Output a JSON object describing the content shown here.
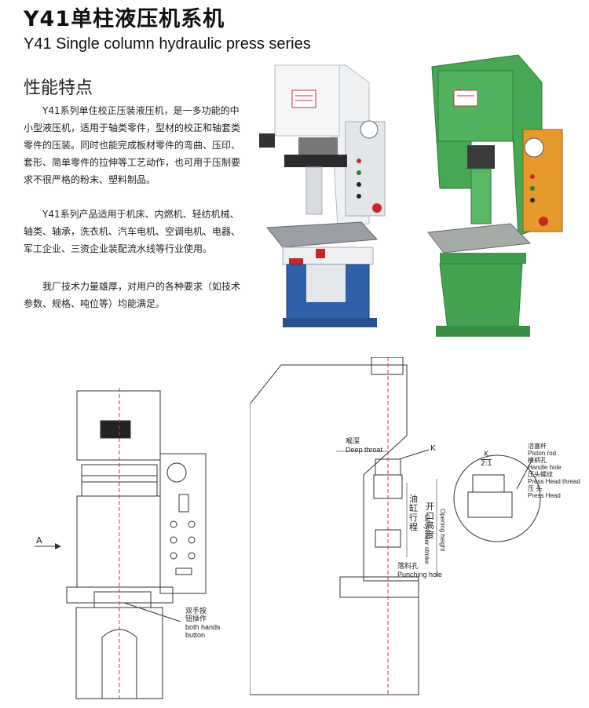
{
  "header": {
    "title_cn": "Y41单柱液压机系机",
    "title_en": "Y41 Single column hydraulic press series"
  },
  "features": {
    "heading": "性能特点",
    "paragraphs": [
      "Y41系列单住校正压装液压机，是一多功能的中小型液压机，适用于轴类零件，型材的校正和轴套类零件的压装。同时也能完成板材零件的弯曲、压印、套形、简单零件的拉伸等工艺动作，也可用于压制要求不很严格的粉末、塑料制品。",
      "Y41系列产品适用于机床、内燃机、轻纺机械、轴类、轴承，洗衣机、汽车电机、空调电机、电器、军工企业、三资企业装配流水线等行业使用。",
      "我厂技术力量雄厚，对用户的各种要求（如技术参数、规格、吨位等）均能满足。"
    ]
  },
  "photos": {
    "left_color_top": "#e9ecef",
    "left_color_bottom": "#2d5ea8",
    "right_color": "#3fa34d"
  },
  "front_view": {
    "arrow_label": "A",
    "button_label_cn_1": "双手按",
    "button_label_cn_2": "钮操作",
    "button_label_en_1": "both hands",
    "button_label_en_2": "button"
  },
  "side_view": {
    "deep_throat_cn": "喉深",
    "deep_throat_en": "Deep throat",
    "k_label": "K",
    "oil_cn": "油缸行程",
    "oil_en": "Oil cylinder stroke",
    "opening_cn": "开口高度",
    "opening_en": "Opening height",
    "punch_cn": "落料孔",
    "punch_en": "Punching hole"
  },
  "detail": {
    "k_label": "K",
    "scale": "2:1",
    "piston_cn": "活塞杆",
    "piston_en": "Piston rod",
    "handle_cn": "模柄孔",
    "handle_en": "Handle hole",
    "thread_cn": "压头螺纹",
    "thread_en": "Press Head thread",
    "head_cn": "压 头",
    "head_en": "Press Head"
  }
}
